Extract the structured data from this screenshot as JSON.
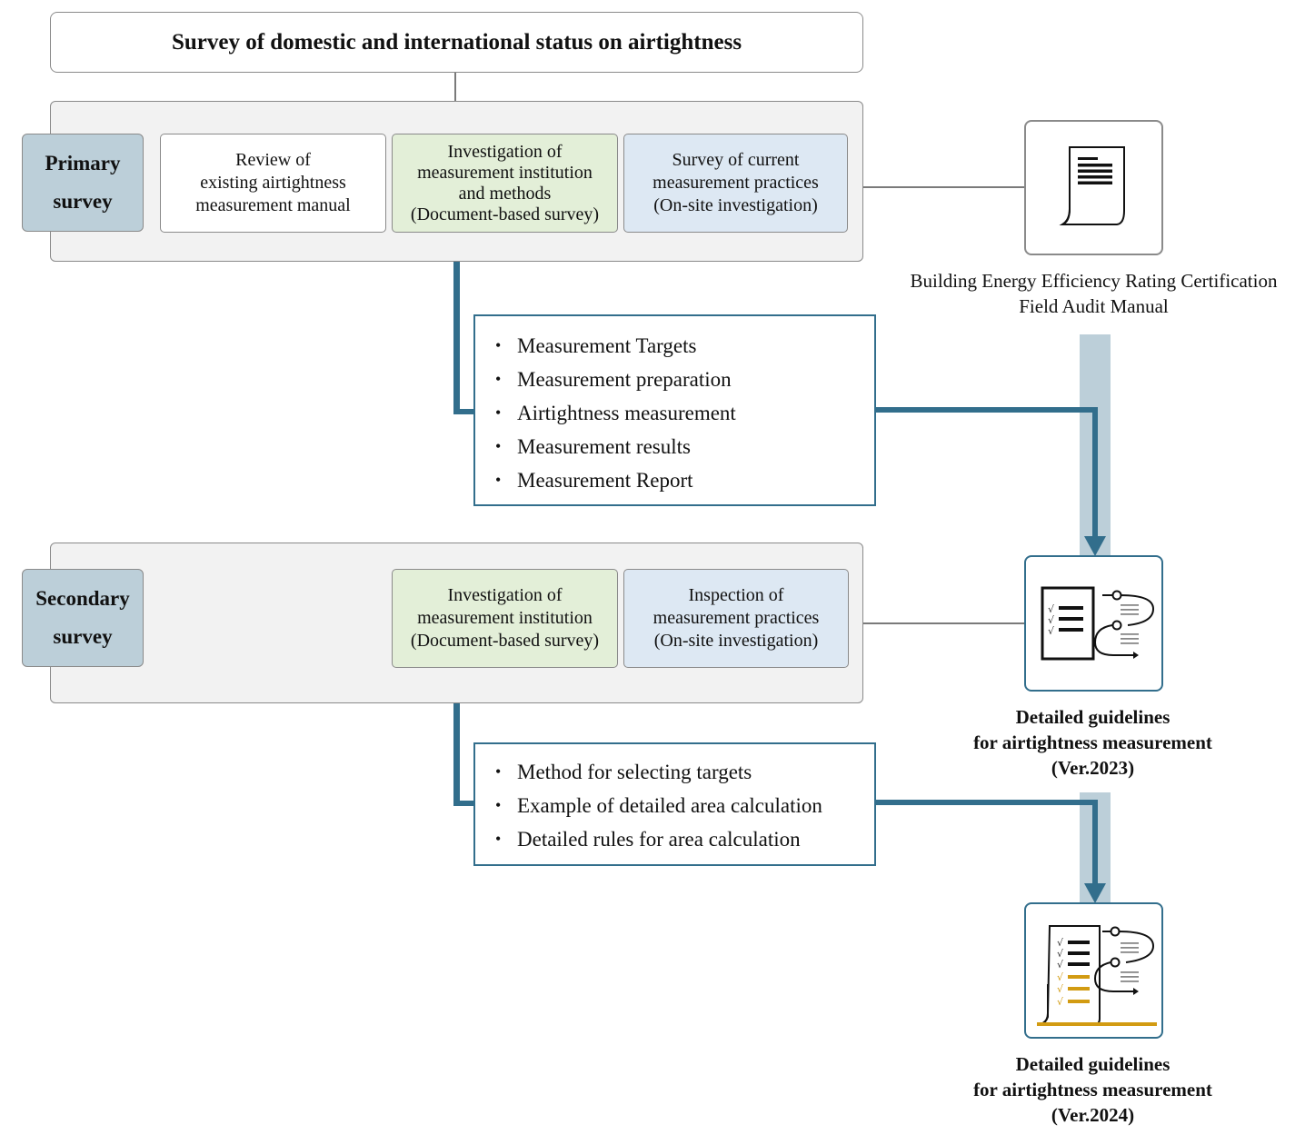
{
  "title": "Survey of domestic and international status on airtightness",
  "primary": {
    "stage_label_line1": "Primary",
    "stage_label_line2": "survey",
    "cards": [
      {
        "lines": [
          "Review of",
          "existing airtightness",
          "measurement manual"
        ],
        "color": "white"
      },
      {
        "lines": [
          "Investigation of",
          "measurement institution",
          "and methods",
          "(Document-based survey)"
        ],
        "color": "green"
      },
      {
        "lines": [
          "Survey of current",
          "measurement practices",
          "(On-site investigation)"
        ],
        "color": "blue"
      }
    ],
    "outputs": [
      "Measurement Targets",
      "Measurement preparation",
      "Airtightness measurement",
      "Measurement results",
      "Measurement Report"
    ]
  },
  "secondary": {
    "stage_label_line1": "Secondary",
    "stage_label_line2": "survey",
    "cards": [
      {
        "lines": [
          "Investigation of",
          "measurement institution",
          "(Document-based survey)"
        ],
        "color": "green"
      },
      {
        "lines": [
          "Inspection of",
          "measurement practices",
          "(On-site investigation)"
        ],
        "color": "blue"
      }
    ],
    "outputs": [
      "Method for selecting targets",
      "Example of detailed area calculation",
      "Detailed rules for area calculation"
    ]
  },
  "documents": [
    {
      "icon": "document-icon",
      "caption_line1": "Building Energy Efficiency Rating Certification",
      "caption_line2": "Field Audit Manual",
      "caption_line3": ""
    },
    {
      "icon": "checklist-flow-icon",
      "caption_line1": "Detailed guidelines",
      "caption_line2": "for airtightness measurement",
      "caption_line3": "(Ver.2023)"
    },
    {
      "icon": "checklist-flow-updated-icon",
      "caption_line1": "Detailed guidelines",
      "caption_line2": "for airtightness measurement",
      "caption_line3": "(Ver.2024)"
    }
  ],
  "colors": {
    "accent_teal": "#326e8c",
    "band_blue": "#bccfd9",
    "card_green": "#e3efd8",
    "card_blue": "#dde8f3",
    "panel_gray": "#f2f2f2",
    "highlight_gold": "#d29b12"
  }
}
